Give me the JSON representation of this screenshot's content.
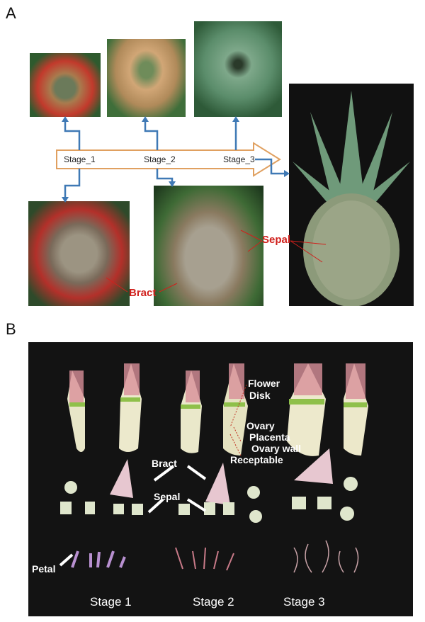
{
  "panel_a": {
    "label": "A",
    "stages": [
      "Stage_1",
      "Stage_2",
      "Stage_3"
    ],
    "annotations": {
      "sepal": "Sepal",
      "bract": "Bract"
    }
  },
  "panel_b": {
    "label": "B",
    "annotations": {
      "flower": "Flower",
      "disk": "Disk",
      "ovary": "Ovary",
      "placenta": "Placenta",
      "ovary_wall": "Ovary wall",
      "receptable": "Receptable",
      "bract": "Bract",
      "sepal": "Sepal",
      "petal": "Petal"
    },
    "stages": [
      "Stage 1",
      "Stage 2",
      "Stage 3"
    ]
  },
  "colors": {
    "connector": "#3f79b5",
    "stage_arrow": "#e0a060",
    "annotation": "#d0201c"
  }
}
